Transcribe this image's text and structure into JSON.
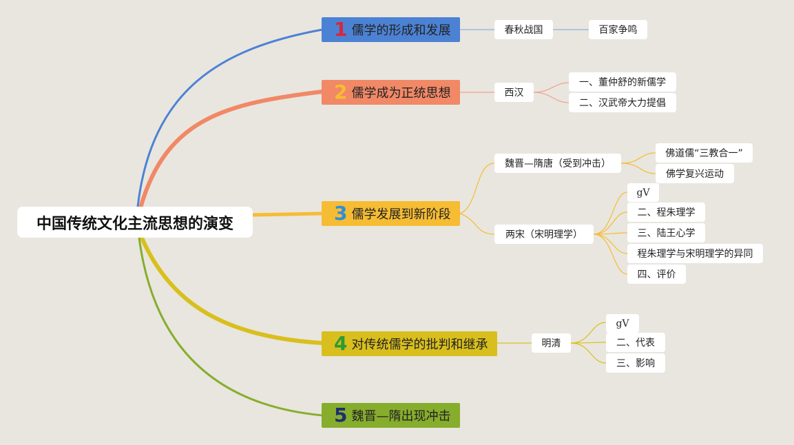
{
  "root": {
    "label": "中国传统文化主流思想的演变"
  },
  "colors": {
    "b1": "#4c82d4",
    "b2": "#f18866",
    "b3": "#f6bc33",
    "b4": "#d9bf1d",
    "b5": "#86ad2c",
    "n1": "#d3283c",
    "n2": "#f6bc33",
    "n3": "#2f8fd6",
    "n4": "#2e9a33",
    "n5": "#1e2e6e"
  },
  "branches": [
    {
      "num": "1",
      "label": "儒学的形成和发展",
      "children": [
        {
          "label": "春秋战国",
          "children": [
            {
              "label": "百家争鸣"
            }
          ]
        }
      ]
    },
    {
      "num": "2",
      "label": "儒学成为正统思想",
      "children": [
        {
          "label": "西汉",
          "children": [
            {
              "label": "一、董仲舒的新儒学"
            },
            {
              "label": "二、汉武帝大力提倡"
            }
          ]
        }
      ]
    },
    {
      "num": "3",
      "label": "儒学发展到新阶段",
      "children": [
        {
          "label": "魏晋—隋唐（受到冲击）",
          "children": [
            {
              "label": "佛道儒“三教合一”"
            },
            {
              "label": "佛学复兴运动"
            }
          ]
        },
        {
          "label": "两宋（宋明理学）",
          "children": [
            {
              "label": "gV"
            },
            {
              "label": "二、程朱理学"
            },
            {
              "label": "三、陆王心学"
            },
            {
              "label": "程朱理学与宋明理学的异同"
            },
            {
              "label": "四、评价"
            }
          ]
        }
      ]
    },
    {
      "num": "4",
      "label": "对传统儒学的批判和继承",
      "children": [
        {
          "label": "明清",
          "children": [
            {
              "label": "gV"
            },
            {
              "label": "二、代表"
            },
            {
              "label": "三、影响"
            }
          ]
        }
      ]
    },
    {
      "num": "5",
      "label": "魏晋—隋出现冲击",
      "children": []
    }
  ]
}
